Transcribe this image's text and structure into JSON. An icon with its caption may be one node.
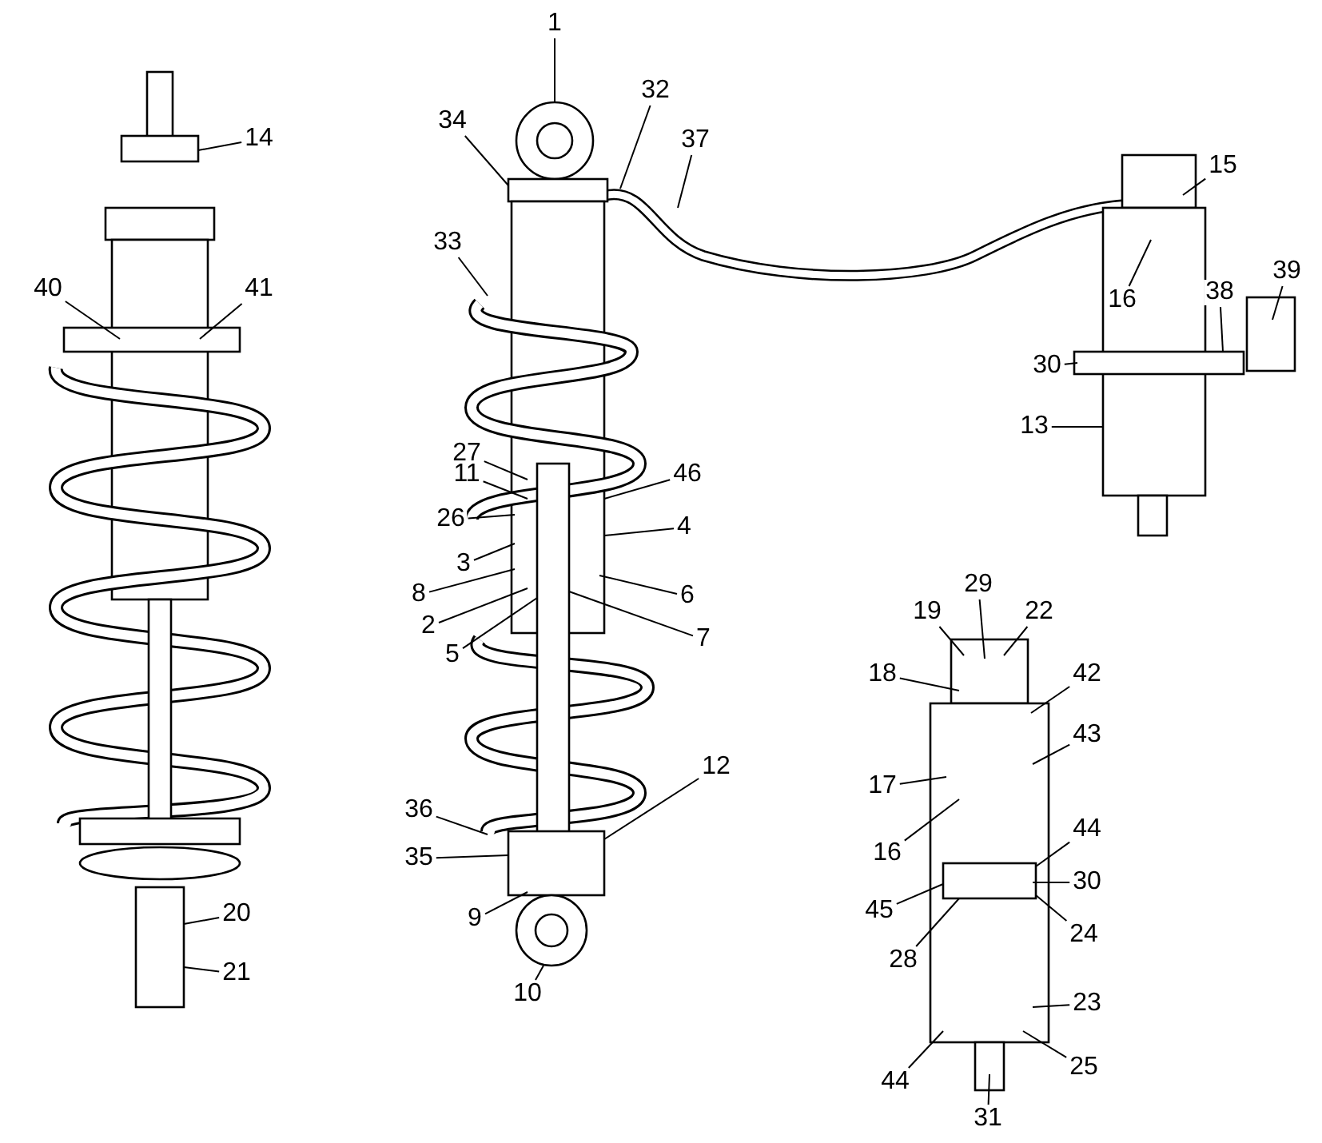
{
  "diagram": {
    "nodes": [
      {
        "text": [
          "1"
        ]
      },
      {
        "text": [
          "32"
        ]
      },
      {
        "text": [
          "37"
        ]
      },
      {
        "text": [
          "34"
        ]
      },
      {
        "text": [
          "33"
        ]
      },
      {
        "text": [
          "14"
        ]
      },
      {
        "text": [
          "40"
        ]
      },
      {
        "text": [
          "41"
        ]
      },
      {
        "text": [
          "15"
        ]
      },
      {
        "text": [
          "16"
        ]
      },
      {
        "text": [
          "38"
        ]
      },
      {
        "text": [
          "39"
        ]
      },
      {
        "text": [
          "30"
        ]
      },
      {
        "text": [
          "13"
        ]
      },
      {
        "text": [
          "27"
        ]
      },
      {
        "text": [
          "11"
        ]
      },
      {
        "text": [
          "46"
        ]
      },
      {
        "text": [
          "26"
        ]
      },
      {
        "text": [
          "3"
        ]
      },
      {
        "text": [
          "4"
        ]
      },
      {
        "text": [
          "8"
        ]
      },
      {
        "text": [
          "6"
        ]
      },
      {
        "text": [
          "2"
        ]
      },
      {
        "text": [
          "5"
        ]
      },
      {
        "text": [
          "7"
        ]
      },
      {
        "text": [
          "36"
        ]
      },
      {
        "text": [
          "12"
        ]
      },
      {
        "text": [
          "35"
        ]
      },
      {
        "text": [
          "9"
        ]
      },
      {
        "text": [
          "10"
        ]
      },
      {
        "text": [
          "20"
        ]
      },
      {
        "text": [
          "21"
        ]
      },
      {
        "text": [
          "19"
        ]
      },
      {
        "text": [
          "29"
        ]
      },
      {
        "text": [
          "22"
        ]
      },
      {
        "text": [
          "18"
        ]
      },
      {
        "text": [
          "42"
        ]
      },
      {
        "text": [
          "43"
        ]
      },
      {
        "text": [
          "17"
        ]
      },
      {
        "text": [
          "16"
        ]
      },
      {
        "text": [
          "44"
        ]
      },
      {
        "text": [
          "30"
        ]
      },
      {
        "text": [
          "45"
        ]
      },
      {
        "text": [
          "24"
        ]
      },
      {
        "text": [
          "28"
        ]
      },
      {
        "text": [
          "23"
        ]
      },
      {
        "text": [
          "44"
        ]
      },
      {
        "text": [
          "25"
        ]
      },
      {
        "text": [
          "31"
        ]
      }
    ],
    "edges": [
      {
        "from": 0,
        "to": null,
        "arrow": "none"
      },
      {
        "from": 1,
        "to": null,
        "arrow": "none"
      },
      {
        "from": 2,
        "to": null,
        "arrow": "none"
      },
      {
        "from": 3,
        "to": null,
        "arrow": "none"
      },
      {
        "from": 4,
        "to": null,
        "arrow": "none"
      },
      {
        "from": 5,
        "to": null,
        "arrow": "none"
      },
      {
        "from": 6,
        "to": null,
        "arrow": "none"
      },
      {
        "from": 7,
        "to": null,
        "arrow": "none"
      },
      {
        "from": 8,
        "to": null,
        "arrow": "none"
      },
      {
        "from": 9,
        "to": null,
        "arrow": "none"
      },
      {
        "from": 10,
        "to": null,
        "arrow": "none"
      },
      {
        "from": 11,
        "to": null,
        "arrow": "none"
      },
      {
        "from": 12,
        "to": null,
        "arrow": "none"
      },
      {
        "from": 13,
        "to": null,
        "arrow": "none"
      },
      {
        "from": 14,
        "to": null,
        "arrow": "none"
      },
      {
        "from": 15,
        "to": null,
        "arrow": "none"
      },
      {
        "from": 16,
        "to": null,
        "arrow": "none"
      },
      {
        "from": 17,
        "to": null,
        "arrow": "none"
      },
      {
        "from": 18,
        "to": null,
        "arrow": "none"
      },
      {
        "from": 19,
        "to": null,
        "arrow": "none"
      },
      {
        "from": 20,
        "to": null,
        "arrow": "none"
      },
      {
        "from": 21,
        "to": null,
        "arrow": "none"
      },
      {
        "from": 22,
        "to": null,
        "arrow": "none"
      },
      {
        "from": 23,
        "to": null,
        "arrow": "none"
      },
      {
        "from": 24,
        "to": null,
        "arrow": "none"
      },
      {
        "from": 25,
        "to": null,
        "arrow": "none"
      },
      {
        "from": 26,
        "to": null,
        "arrow": "none"
      },
      {
        "from": 27,
        "to": null,
        "arrow": "none"
      },
      {
        "from": 28,
        "to": null,
        "arrow": "none"
      },
      {
        "from": 29,
        "to": null,
        "arrow": "none"
      },
      {
        "from": 30,
        "to": null,
        "arrow": "none"
      },
      {
        "from": 31,
        "to": null,
        "arrow": "none"
      },
      {
        "from": 32,
        "to": null,
        "arrow": "none"
      },
      {
        "from": 33,
        "to": null,
        "arrow": "none"
      },
      {
        "from": 34,
        "to": null,
        "arrow": "none"
      },
      {
        "from": 35,
        "to": null,
        "arrow": "none"
      },
      {
        "from": 36,
        "to": null,
        "arrow": "none"
      },
      {
        "from": 37,
        "to": null,
        "arrow": "none"
      },
      {
        "from": 38,
        "to": null,
        "arrow": "none"
      },
      {
        "from": 39,
        "to": null,
        "arrow": "none"
      },
      {
        "from": 40,
        "to": null,
        "arrow": "none"
      },
      {
        "from": 41,
        "to": null,
        "arrow": "none"
      },
      {
        "from": 42,
        "to": null,
        "arrow": "none"
      },
      {
        "from": 43,
        "to": null,
        "arrow": "none"
      },
      {
        "from": 44,
        "to": null,
        "arrow": "none"
      },
      {
        "from": 45,
        "to": null,
        "arrow": "none"
      },
      {
        "from": 46,
        "to": null,
        "arrow": "none"
      },
      {
        "from": 47,
        "to": null,
        "arrow": "none"
      },
      {
        "from": 48,
        "to": null,
        "arrow": "none"
      }
    ]
  }
}
